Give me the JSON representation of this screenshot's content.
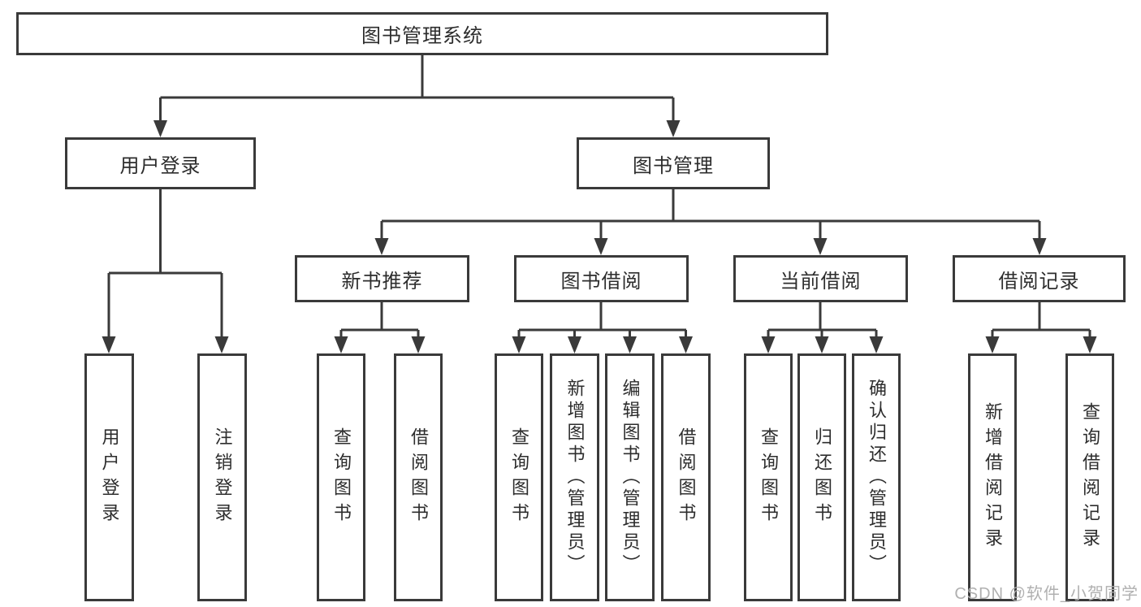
{
  "diagram": {
    "root": {
      "label": "图书管理系统"
    },
    "branches": [
      {
        "label": "用户登录",
        "children": [
          {
            "label": "用户登录"
          },
          {
            "label": "注销登录"
          }
        ]
      },
      {
        "label": "图书管理",
        "groups": [
          {
            "label": "新书推荐",
            "children": [
              {
                "label": "查询图书"
              },
              {
                "label": "借阅图书"
              }
            ]
          },
          {
            "label": "图书借阅",
            "children": [
              {
                "label": "查询图书"
              },
              {
                "label": "新增图书（管理员）"
              },
              {
                "label": "编辑图书（管理员）"
              },
              {
                "label": "借阅图书"
              }
            ]
          },
          {
            "label": "当前借阅",
            "children": [
              {
                "label": "查询图书"
              },
              {
                "label": "归还图书"
              },
              {
                "label": "确认归还（管理员）"
              }
            ]
          },
          {
            "label": "借阅记录",
            "children": [
              {
                "label": "新增借阅记录"
              },
              {
                "label": "查询借阅记录"
              }
            ]
          }
        ]
      }
    ]
  },
  "watermark": {
    "text": "CSDN @软件_小贺同学"
  },
  "colors": {
    "line": "#3a3a3a",
    "text": "#2d2d2d",
    "background": "#ffffff",
    "watermark": "#b0b0b0"
  }
}
